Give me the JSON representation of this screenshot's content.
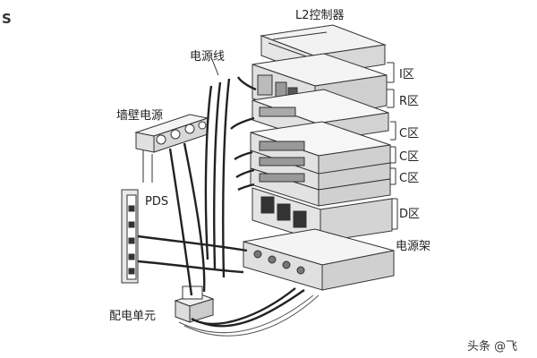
{
  "corner_letter": "S",
  "labels": {
    "l2_controller": "L2控制器",
    "power_cable": "电源线",
    "wall_power": "墙壁电源",
    "pds": "PDS",
    "distribution_unit": "配电单元",
    "power_rack": "电源架"
  },
  "zones": [
    "I区",
    "R区",
    "C区",
    "C区",
    "C区",
    "D区"
  ],
  "watermark": "头条 @飞"
}
